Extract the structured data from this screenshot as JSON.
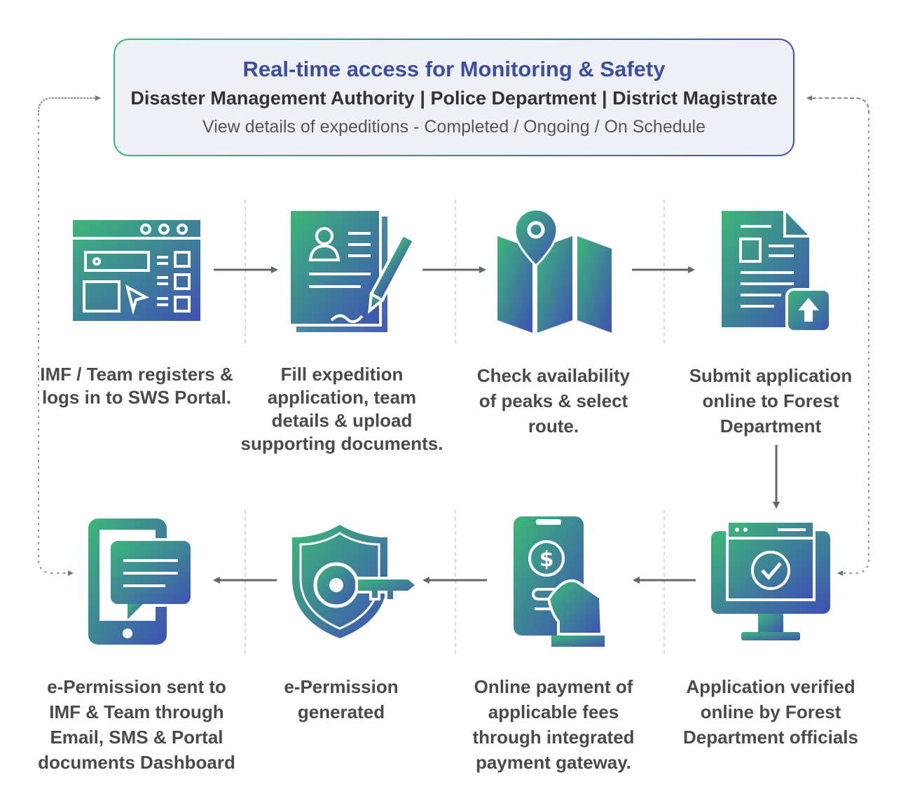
{
  "banner": {
    "title": "Real-time access for Monitoring & Safety",
    "authorities": "Disaster Management Authority | Police Department | District Magistrate",
    "note": "View details of expeditions - Completed / Ongoing / On Schedule"
  },
  "colors": {
    "gradient_start": "#3cb878",
    "gradient_end": "#3f51b5",
    "arrow": "#666666",
    "text": "#4a4a4a"
  },
  "steps": [
    {
      "label": "IMF / Team registers & logs in to SWS Portal.",
      "icon": "browser-window-icon"
    },
    {
      "label": "Fill expedition application, team details & upload supporting documents.",
      "icon": "application-form-icon"
    },
    {
      "label": "Check availability of peaks & select route.",
      "icon": "map-pin-icon"
    },
    {
      "label": "Submit application online to Forest Department",
      "icon": "document-upload-icon"
    },
    {
      "label": "Application verified online by Forest Department officials",
      "icon": "monitor-check-icon"
    },
    {
      "label": "Online payment of applicable fees through integrated payment gateway.",
      "icon": "mobile-payment-icon"
    },
    {
      "label": "e-Permission generated",
      "icon": "shield-key-icon"
    },
    {
      "label": "e-Permission sent to IMF & Team through Email, SMS & Portal documents Dashboard",
      "icon": "mobile-message-icon"
    }
  ]
}
